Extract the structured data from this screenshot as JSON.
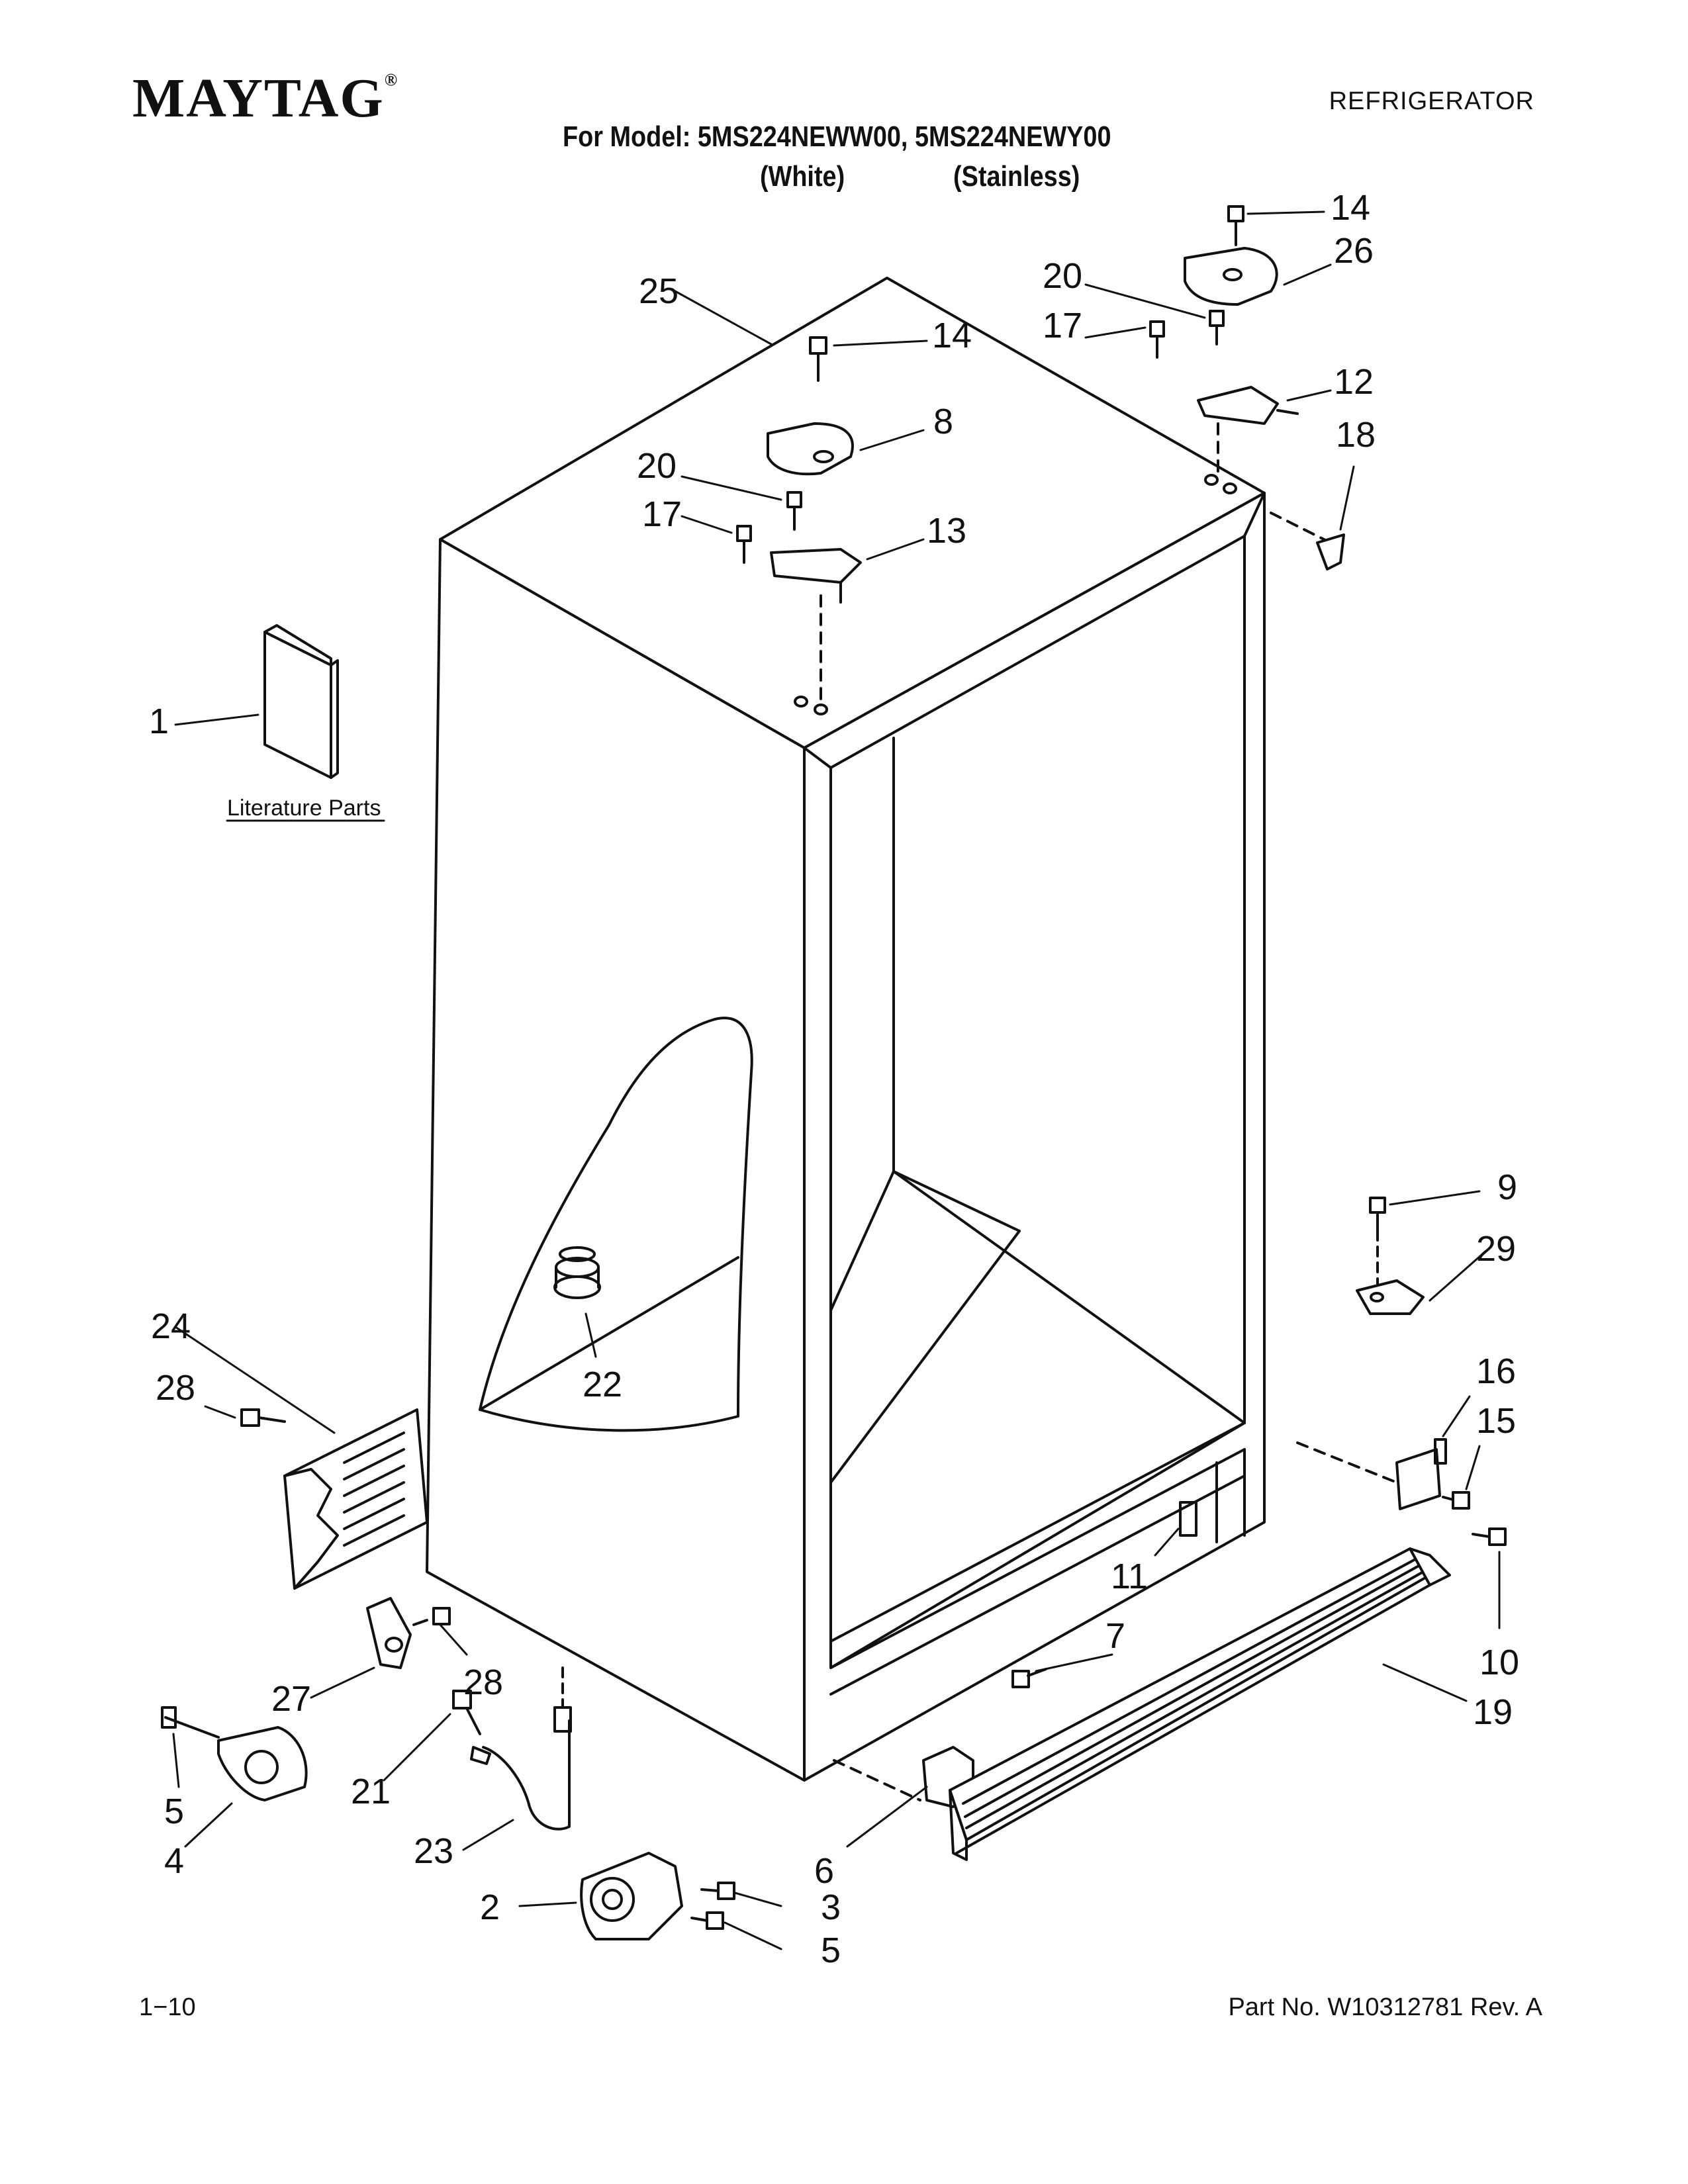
{
  "header": {
    "brand": "MAYTAG",
    "brand_mark": "®",
    "category": "REFRIGERATOR",
    "model_line": "For Model: 5MS224NEWW00, 5MS224NEWY00",
    "variant_white": "(White)",
    "variant_stainless": "(Stainless)"
  },
  "literature_label": "Literature Parts",
  "callouts": [
    "1",
    "2",
    "3",
    "4",
    "5",
    "5",
    "6",
    "7",
    "8",
    "9",
    "10",
    "11",
    "12",
    "13",
    "14",
    "14",
    "15",
    "16",
    "17",
    "17",
    "18",
    "19",
    "20",
    "20",
    "21",
    "22",
    "23",
    "24",
    "25",
    "26",
    "27",
    "28",
    "28",
    "29"
  ],
  "footer": {
    "page": "1−10",
    "part_no": "Part No. W10312781 Rev. A"
  }
}
